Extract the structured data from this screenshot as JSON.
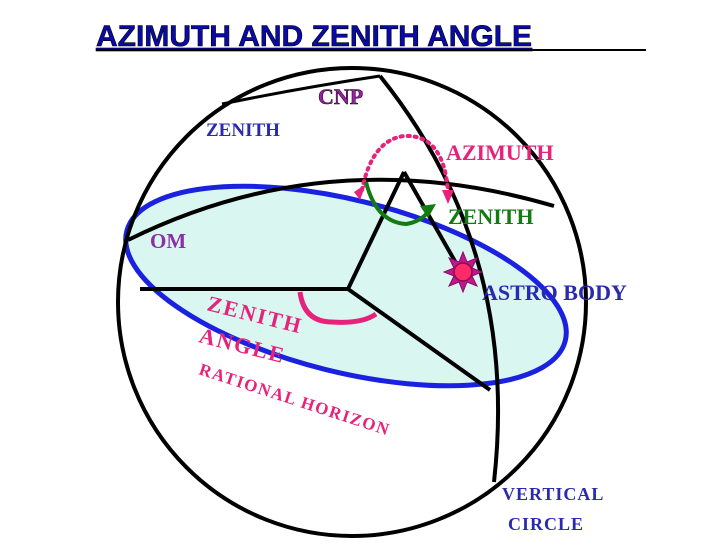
{
  "title": "AZIMUTH AND ZENITH ANGLE",
  "labels": {
    "cnp": "CNP",
    "zenith_top": "ZENITH",
    "azimuth": "AZIMUTH",
    "zenith_right": "ZENITH",
    "om": "OM",
    "astro_body": "ASTRO BODY",
    "zenith_angle_line1": "ZENITH",
    "zenith_angle_line2": "ANGLE",
    "rational_horizon": "RATIONAL HORIZON",
    "vertical_circle_line1": "VERTICAL",
    "vertical_circle_line2": "CIRCLE"
  },
  "colors": {
    "title_fill": "#0a0aa8",
    "cnp": "#9b1fa6",
    "magenta": "#e6227a",
    "green": "#147a14",
    "om": "#8a2fa8",
    "vertical_circle": "#2a2ab0",
    "astro_body": "#2a2ab0",
    "horizon_fill": "#d9f7f0",
    "horizon_stroke": "#1a22e0",
    "lines": "#000000"
  }
}
